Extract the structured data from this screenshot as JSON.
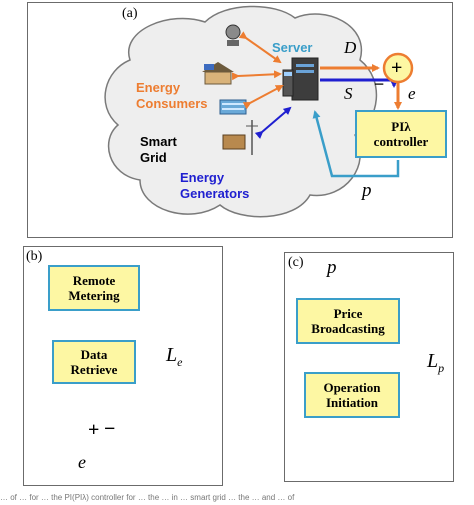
{
  "panel_a": {
    "label": "(a)",
    "server": "Server",
    "energy_consumers": [
      "Energy",
      "Consumers"
    ],
    "smart_grid": [
      "Smart",
      "Grid"
    ],
    "energy_generators": [
      "Energy",
      "Generators"
    ],
    "d": "D",
    "s": "S",
    "plus": "+",
    "minus": "−",
    "e": "e",
    "pi_box": [
      "PIλ",
      "controller"
    ],
    "p": "p"
  },
  "panel_b": {
    "label": "(b)",
    "box1": [
      "Remote",
      "Metering"
    ],
    "box2": [
      "Data",
      "Retrieve"
    ],
    "plus": "+",
    "minus": "−",
    "e": "e",
    "l": "L",
    "l_sub": "e"
  },
  "panel_c": {
    "label": "(c)",
    "p": "p",
    "box1": [
      "Price",
      "Broadcasting"
    ],
    "box2": [
      "Operation",
      "Initiation"
    ],
    "l": "L",
    "l_sub": "p"
  },
  "caption": "… of … for … the PI(PIλ) controller for … the … in … smart grid … the … and … of"
}
